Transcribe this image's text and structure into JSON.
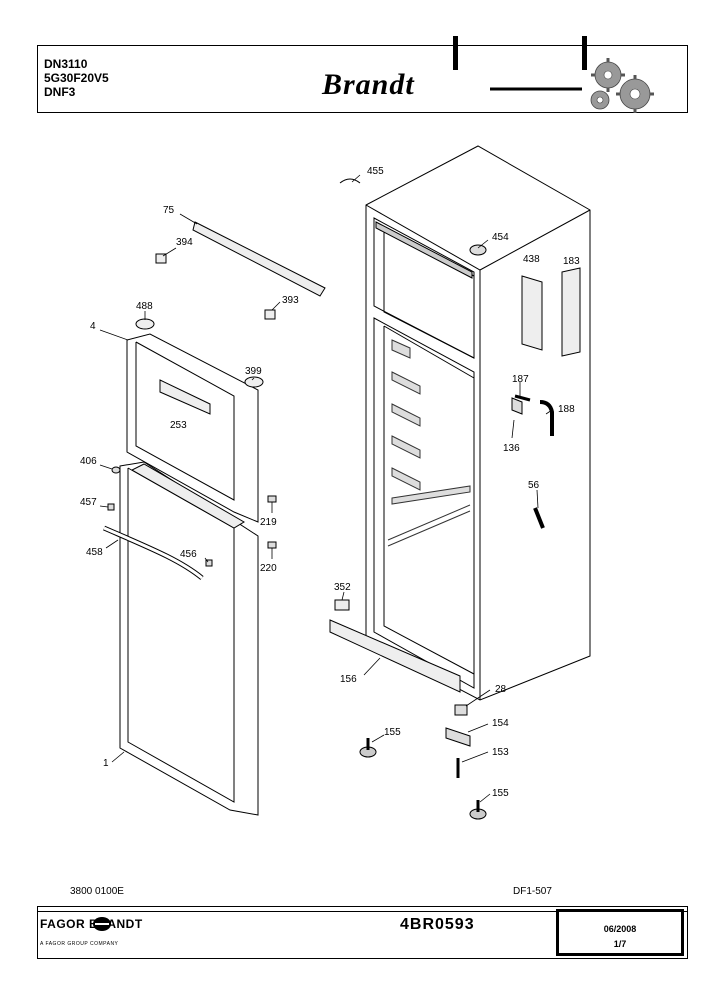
{
  "header": {
    "model_lines": [
      "DN3110",
      "5G30F20V5",
      "DNF3"
    ],
    "brand_logo": "Brandt",
    "icon": "gears-icon"
  },
  "callouts": [
    {
      "id": "455",
      "label": "455"
    },
    {
      "id": "75",
      "label": "75"
    },
    {
      "id": "394",
      "label": "394"
    },
    {
      "id": "454",
      "label": "454"
    },
    {
      "id": "438",
      "label": "438"
    },
    {
      "id": "183",
      "label": "183"
    },
    {
      "id": "393",
      "label": "393"
    },
    {
      "id": "488",
      "label": "488"
    },
    {
      "id": "4",
      "label": "4"
    },
    {
      "id": "399",
      "label": "399"
    },
    {
      "id": "253",
      "label": "253"
    },
    {
      "id": "187",
      "label": "187"
    },
    {
      "id": "188",
      "label": "188"
    },
    {
      "id": "136",
      "label": "136"
    },
    {
      "id": "406",
      "label": "406"
    },
    {
      "id": "457",
      "label": "457"
    },
    {
      "id": "56",
      "label": "56"
    },
    {
      "id": "219",
      "label": "219"
    },
    {
      "id": "458",
      "label": "458"
    },
    {
      "id": "456",
      "label": "456"
    },
    {
      "id": "220",
      "label": "220"
    },
    {
      "id": "352",
      "label": "352"
    },
    {
      "id": "156",
      "label": "156"
    },
    {
      "id": "28",
      "label": "28"
    },
    {
      "id": "154",
      "label": "154"
    },
    {
      "id": "155a",
      "label": "155"
    },
    {
      "id": "153",
      "label": "153"
    },
    {
      "id": "1",
      "label": "1"
    },
    {
      "id": "155b",
      "label": "155"
    }
  ],
  "footer": {
    "left_code": "3800 0100E",
    "right_code": "DF1-507",
    "company": "FAGOR BRANDT",
    "tagline": "A FAGOR GROUP COMPANY",
    "reference": "4BR0593",
    "date": "06/2008",
    "page": "1/7"
  }
}
